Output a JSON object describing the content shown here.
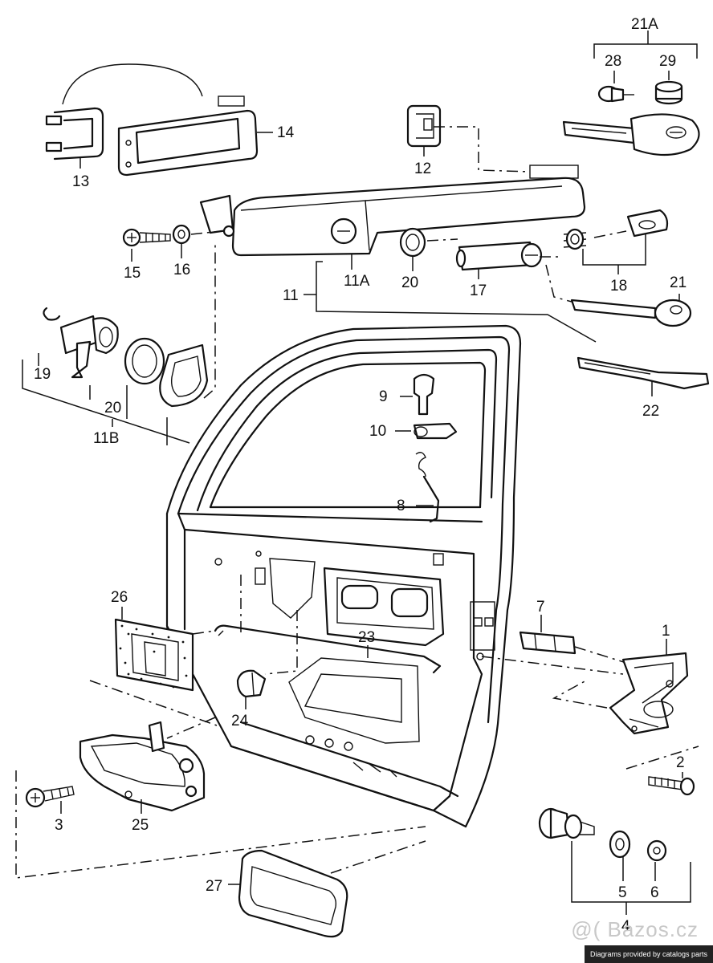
{
  "labels": {
    "l21A": "21A",
    "l28": "28",
    "l29": "29",
    "l14": "14",
    "l13": "13",
    "l12": "12",
    "l15": "15",
    "l16": "16",
    "l11A": "11A",
    "l20a": "20",
    "l17": "17",
    "l18": "18",
    "l21": "21",
    "l11": "11",
    "l19": "19",
    "l20b": "20",
    "l11B": "11B",
    "l22": "22",
    "l9": "9",
    "l10": "10",
    "l8": "8",
    "l26": "26",
    "l7": "7",
    "l1": "1",
    "l23": "23",
    "l24": "24",
    "l2": "2",
    "l3": "3",
    "l25": "25",
    "l27": "27",
    "l5": "5",
    "l6": "6",
    "l4": "4"
  },
  "footer": {
    "credit": "Diagrams provided by catalogs parts",
    "watermark": "@( Bazos.cz"
  }
}
